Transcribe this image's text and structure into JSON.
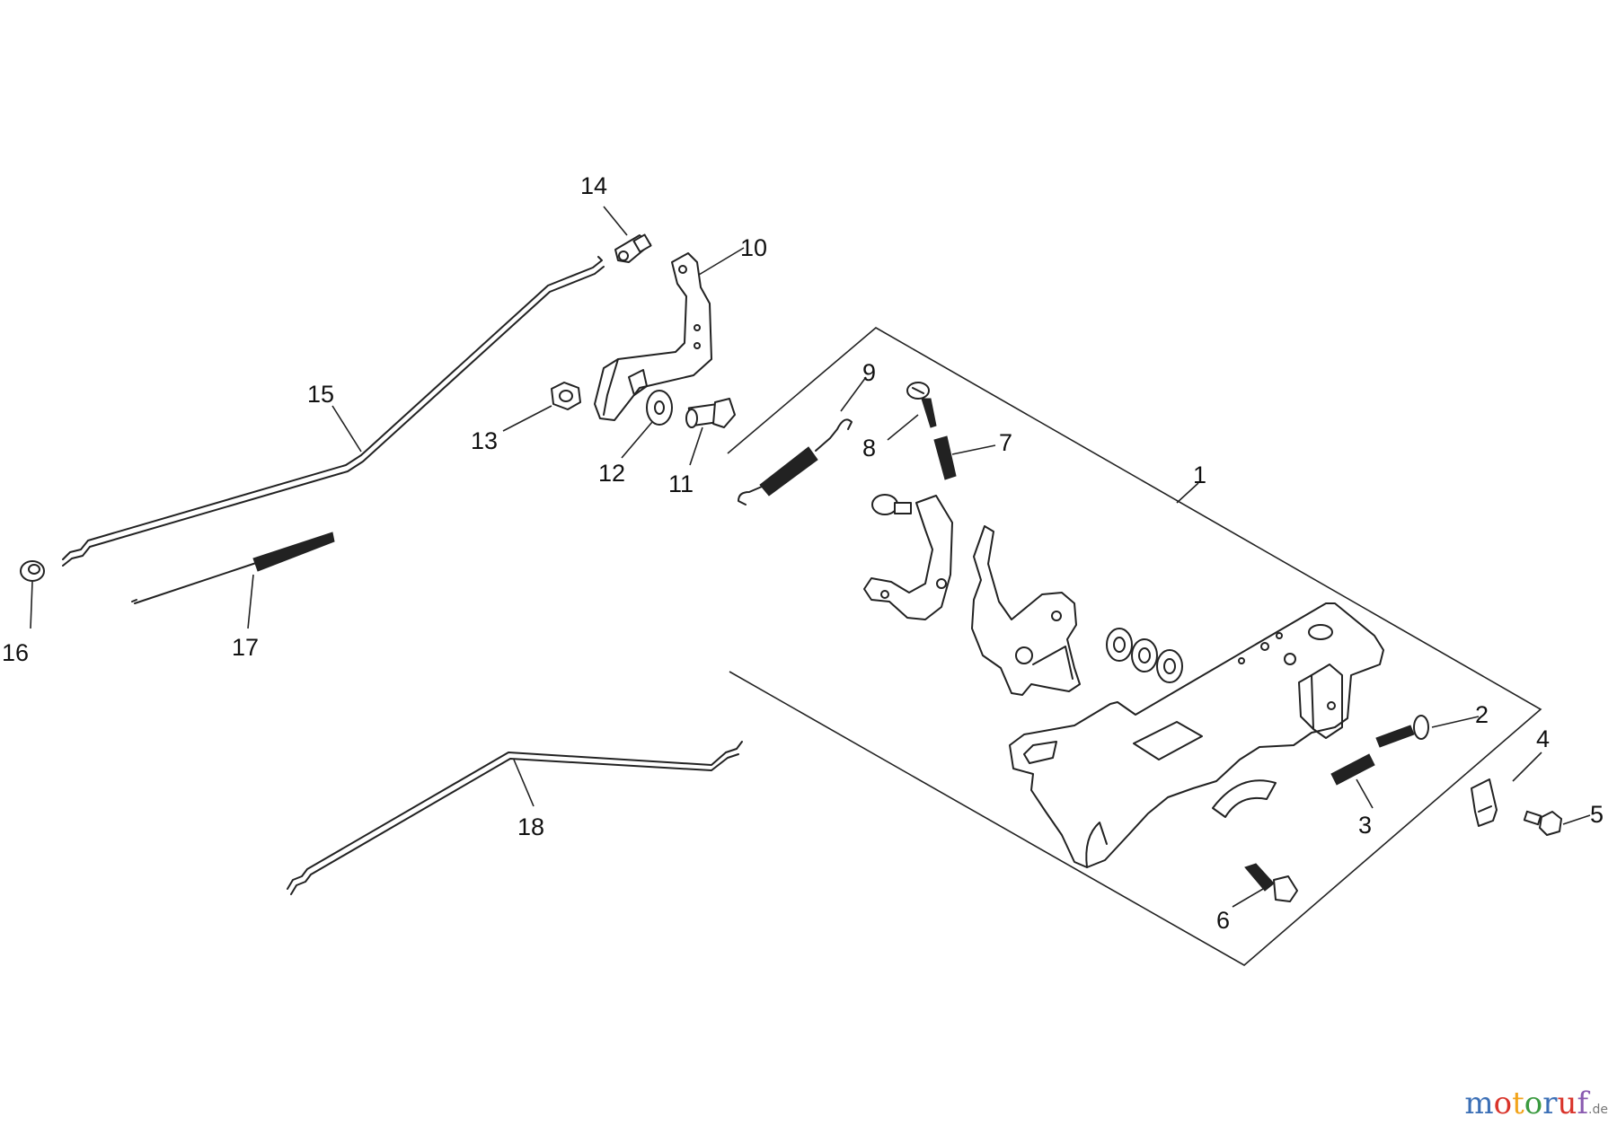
{
  "callouts": {
    "c1": "1",
    "c2": "2",
    "c3": "3",
    "c4": "4",
    "c5": "5",
    "c6": "6",
    "c7": "7",
    "c8": "8",
    "c9": "9",
    "c10": "10",
    "c11": "11",
    "c12": "12",
    "c13": "13",
    "c14": "14",
    "c15": "15",
    "c16": "16",
    "c17": "17",
    "c18": "18"
  },
  "watermark": {
    "letters": [
      "m",
      "o",
      "t",
      "o",
      "r",
      "u",
      "f"
    ],
    "colors": [
      "#3b6fb6",
      "#d9342b",
      "#f2a41c",
      "#3a9a3f",
      "#3b6fb6",
      "#d9342b",
      "#8a5bb0"
    ],
    "suffix": ".de"
  }
}
